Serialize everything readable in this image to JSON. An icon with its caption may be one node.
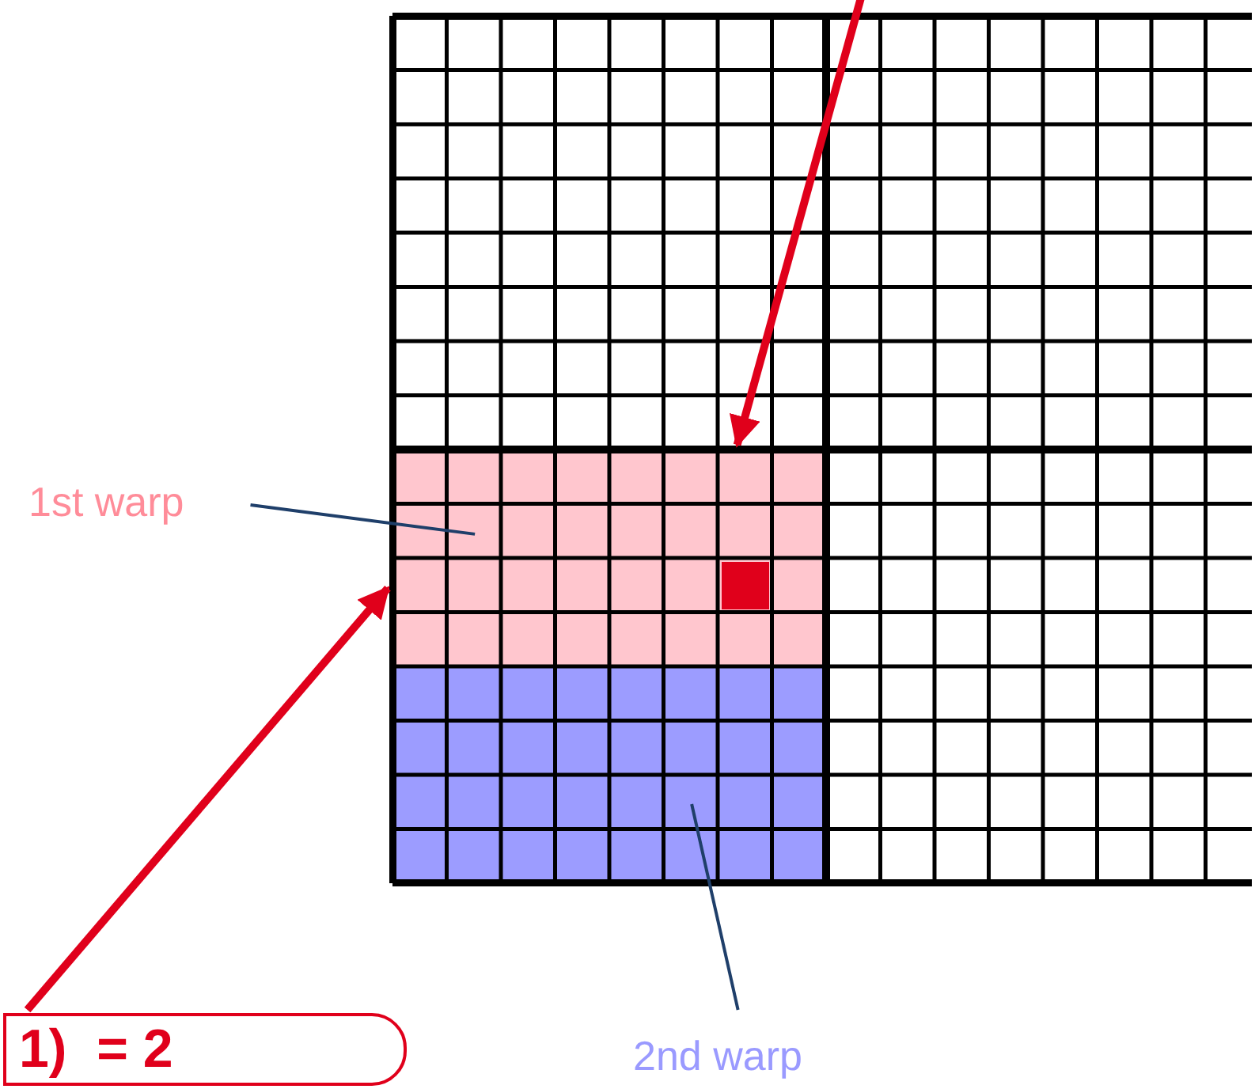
{
  "diagram": {
    "nodes": [
      {
        "text": [],
        "shape": "grid"
      },
      {
        "text": [
          "1st warp"
        ]
      },
      {
        "text": [],
        "shape": "box",
        "in": 0
      },
      {
        "text": [],
        "shape": "box",
        "in": 0
      },
      {
        "text": [
          "2nd warp"
        ]
      },
      {
        "text": [
          "1)  = 2"
        ]
      }
    ],
    "edges": [
      {
        "from": null,
        "to": 2,
        "arrow": "to",
        "style": "thick",
        "color": "#e0001b"
      },
      {
        "from": 5,
        "to": 2,
        "arrow": "to",
        "style": "thick",
        "color": "#e0001b"
      },
      {
        "from": 1,
        "to": 2,
        "arrow": "none",
        "color": "#1f3f6a"
      },
      {
        "from": 4,
        "to": 3,
        "arrow": "none",
        "color": "#1f3f6a"
      }
    ]
  }
}
